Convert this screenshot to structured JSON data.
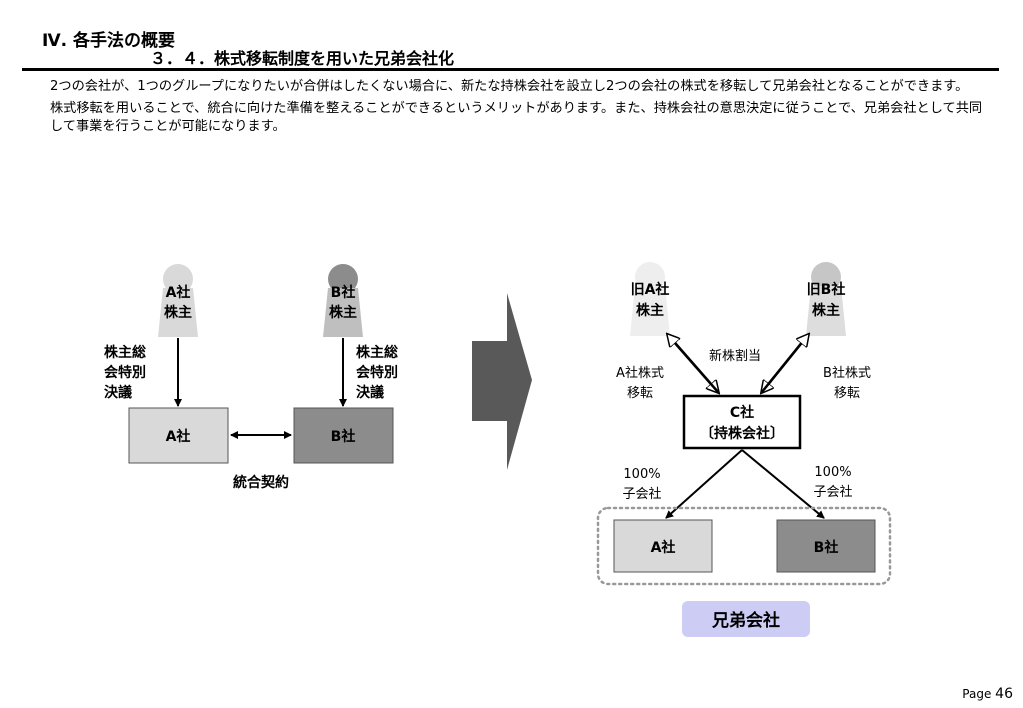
{
  "header": {
    "chapter": "Ⅳ. 各手法の概要",
    "section": "３．４．株式移転制度を用いた兄弟会社化"
  },
  "intro": {
    "paragraph1": "2つの会社が、1つのグループになりたいが合併はしたくない場合に、新たな持株会社を設立し2つの会社の株式を移転して兄弟会社となることができます。",
    "paragraph2": "株式移転を用いることで、統合に向けた準備を整えることができるというメリットがあります。また、持株会社の意思決定に従うことで、兄弟会社として共同して事業を行うことが可能になります。"
  },
  "before": {
    "shareholder_a": {
      "line1": "A社",
      "line2": "株主"
    },
    "shareholder_b": {
      "line1": "B社",
      "line2": "株主"
    },
    "resolution_a": {
      "line1": "株主総",
      "line2": "会特別",
      "line3": "決議"
    },
    "resolution_b": {
      "line1": "株主総",
      "line2": "会特別",
      "line3": "決議"
    },
    "company_a": "A社",
    "company_b": "B社",
    "merger_agreement": "統合契約"
  },
  "after": {
    "old_shareholder_a": {
      "line1": "旧A社",
      "line2": "株主"
    },
    "old_shareholder_b": {
      "line1": "旧B社",
      "line2": "株主"
    },
    "new_share_allotment": "新株割当",
    "transfer_a": {
      "line1": "A社株式",
      "line2": "移転"
    },
    "transfer_b": {
      "line1": "B社株式",
      "line2": "移転"
    },
    "holding_company": {
      "line1": "C社",
      "line2": "〔持株会社〕"
    },
    "subsidiary_a": {
      "line1": "100%",
      "line2": "子会社"
    },
    "subsidiary_b": {
      "line1": "100%",
      "line2": "子会社"
    },
    "company_a": "A社",
    "company_b": "B社",
    "sibling_companies": "兄弟会社"
  },
  "footer": {
    "page_label": "Page",
    "page_number": "46"
  },
  "colors": {
    "light_gray": "#d9d9d9",
    "dark_gray": "#8c8c8c",
    "arrow_gray": "#595959",
    "sibling_badge": "#ccccf5"
  }
}
